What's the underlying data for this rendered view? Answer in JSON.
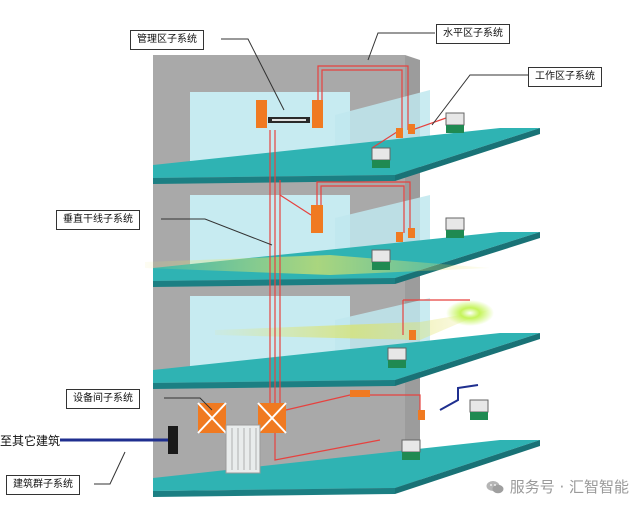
{
  "labels": {
    "admin": "管理区子系统",
    "horizontal": "水平区子系统",
    "work_area": "工作区子系统",
    "vertical": "垂直干线子系统",
    "equipment": "设备间子系统",
    "campus": "建筑群子系统",
    "external": "至其它建筑"
  },
  "watermark": {
    "icon": "wechat-icon",
    "text": "服务号 · 汇智智能"
  },
  "colors": {
    "wall": "#a7a7a7",
    "floor_slab": "#2fb3b3",
    "floor_edge": "#1c7f83",
    "glass": "#c8eef4",
    "orange": "#f07a21",
    "red_line": "#e6423f",
    "green_device": "#1f8a52",
    "blue_cable": "#1f2f8f"
  }
}
